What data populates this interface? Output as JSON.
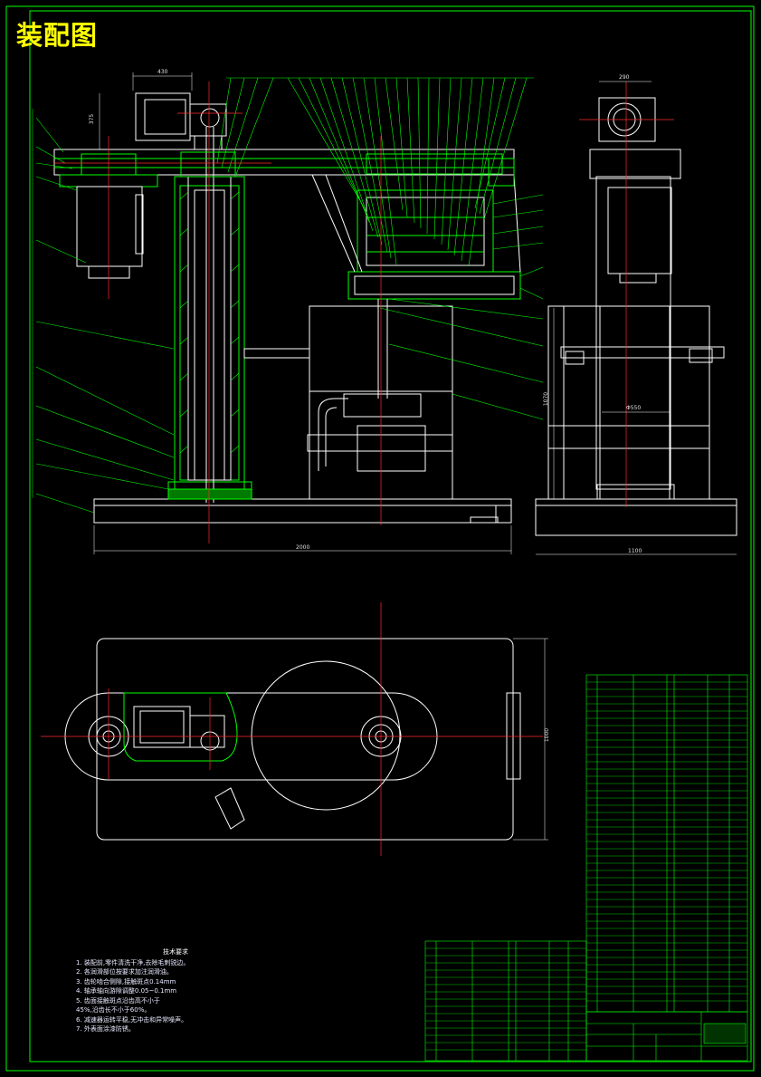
{
  "title": "装配图",
  "technical_requirements": {
    "heading": "技术要求",
    "items": [
      "1. 装配前,零件清洗干净,去除毛刺锐边。",
      "2. 各润滑部位按要求加注润滑油。",
      "3. 齿轮啮合侧隙,接触斑点0.14mm",
      "4. 轴承轴向游隙调整0.05~0.1mm",
      "5. 齿面接触斑点沿齿高不小于",
      "45%,沿齿长不小于60%。",
      "6. 减速器运转平稳,无冲击和异常噪声。",
      "7. 外表面涂漆防锈。"
    ]
  },
  "dimensions": {
    "motor_width": "430",
    "motor_height": "375",
    "overall_width": "2000",
    "side_motor": "290",
    "side_column": "Φ550",
    "side_height": "1070",
    "side_base": "1100",
    "plan_depth": "1000"
  },
  "colors": {
    "outline": "#ffffff",
    "green": "#00ff00",
    "red": "#ff2a2a",
    "yellow": "#ffff00",
    "background": "#000000"
  }
}
